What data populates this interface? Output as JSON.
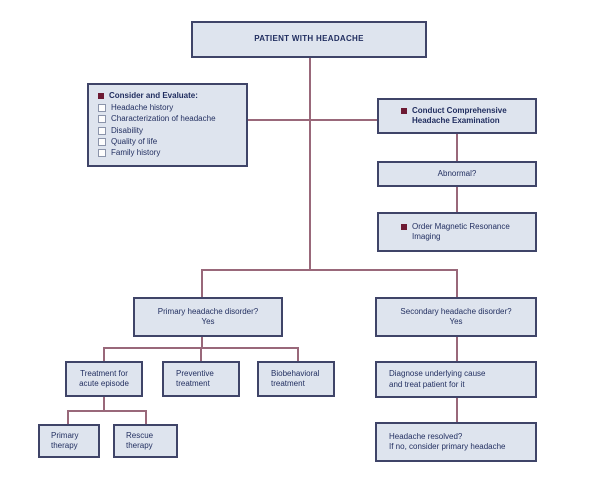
{
  "colors": {
    "box_fill": "#dee4ee",
    "box_border": "#3f4468",
    "text": "#1f2c5e",
    "connector_line": "#99687a",
    "filled_square_bullet": "#6d1a33",
    "checkbox_border": "#8b94aa"
  },
  "nodes": {
    "patient": {
      "label": "PATIENT WITH HEADACHE"
    },
    "consider": {
      "header": "Consider and Evaluate:",
      "items": [
        "Headache history",
        "Characterization of headache",
        "Disability",
        "Quality of life",
        "Family history"
      ]
    },
    "conduct": {
      "lines": [
        "Conduct Comprehensive",
        "Headache Examination"
      ]
    },
    "abnormal": {
      "label": "Abnormal?"
    },
    "mri": {
      "lines": [
        "Order Magnetic Resonance",
        "Imaging"
      ]
    },
    "primary_disorder": {
      "lines": [
        "Primary headache disorder?",
        "Yes"
      ]
    },
    "secondary_disorder": {
      "lines": [
        "Secondary headache disorder?",
        "Yes"
      ]
    },
    "treatment_acute": {
      "lines": [
        "Treatment for",
        "acute episode"
      ]
    },
    "preventive": {
      "lines": [
        "Preventive",
        "treatment"
      ]
    },
    "biobehavioral": {
      "lines": [
        "Biobehavioral",
        "treatment"
      ]
    },
    "primary_therapy": {
      "lines": [
        "Primary",
        "therapy"
      ]
    },
    "rescue_therapy": {
      "lines": [
        "Rescue",
        "therapy"
      ]
    },
    "diagnose": {
      "lines": [
        "Diagnose underlying cause",
        "and treat patient for it"
      ]
    },
    "resolved": {
      "lines": [
        "Headache resolved?",
        "If no, consider primary headache"
      ]
    }
  }
}
